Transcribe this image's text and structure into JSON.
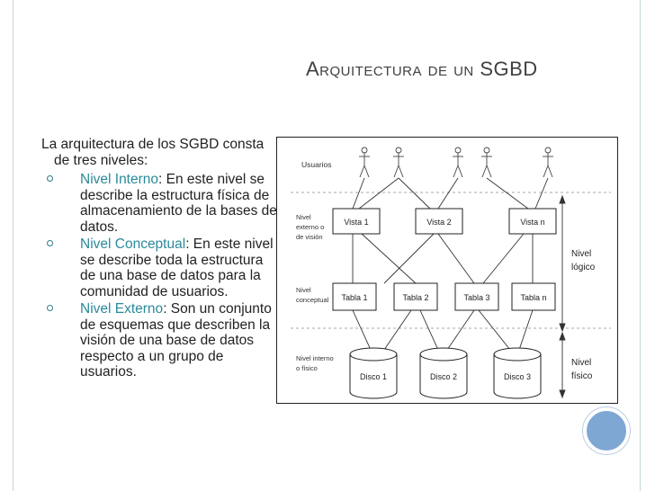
{
  "slide": {
    "title": "Arquitectura de un SGBD",
    "intro": "La arquitectura de los SGBD consta de tres niveles:",
    "items": [
      {
        "term": "Nivel Interno",
        "text": ": En este nivel se describe la estructura física de almacenamiento de la bases de datos."
      },
      {
        "term": "Nivel Conceptual",
        "text": ": En este nivel se describe toda la estructura de una base de datos para la comunidad de usuarios."
      },
      {
        "term": " Nivel Externo",
        "text": ": Son un conjunto de esquemas que describen la visión de una base de datos respecto a un grupo de usuarios."
      }
    ]
  },
  "diagram": {
    "users_label": "Usuarios",
    "level_external": [
      "Nivel",
      "externo o",
      "de visión"
    ],
    "level_conceptual": [
      "Nivel",
      "conceptual"
    ],
    "level_internal": [
      "Nivel interno",
      "o físico"
    ],
    "right_logical": [
      "Nivel",
      "lógico"
    ],
    "right_physical": [
      "Nivel",
      "físico"
    ],
    "views": [
      "Vista 1",
      "Vista 2",
      "Vista n"
    ],
    "tables": [
      "Tabla 1",
      "Tabla 2",
      "Tabla 3",
      "Tabla n"
    ],
    "disks": [
      "Disco 1",
      "Disco 2",
      "Disco 3"
    ]
  },
  "colors": {
    "accent": "#2a8a9a",
    "title": "#404040",
    "deco": "#7fa7d4"
  }
}
